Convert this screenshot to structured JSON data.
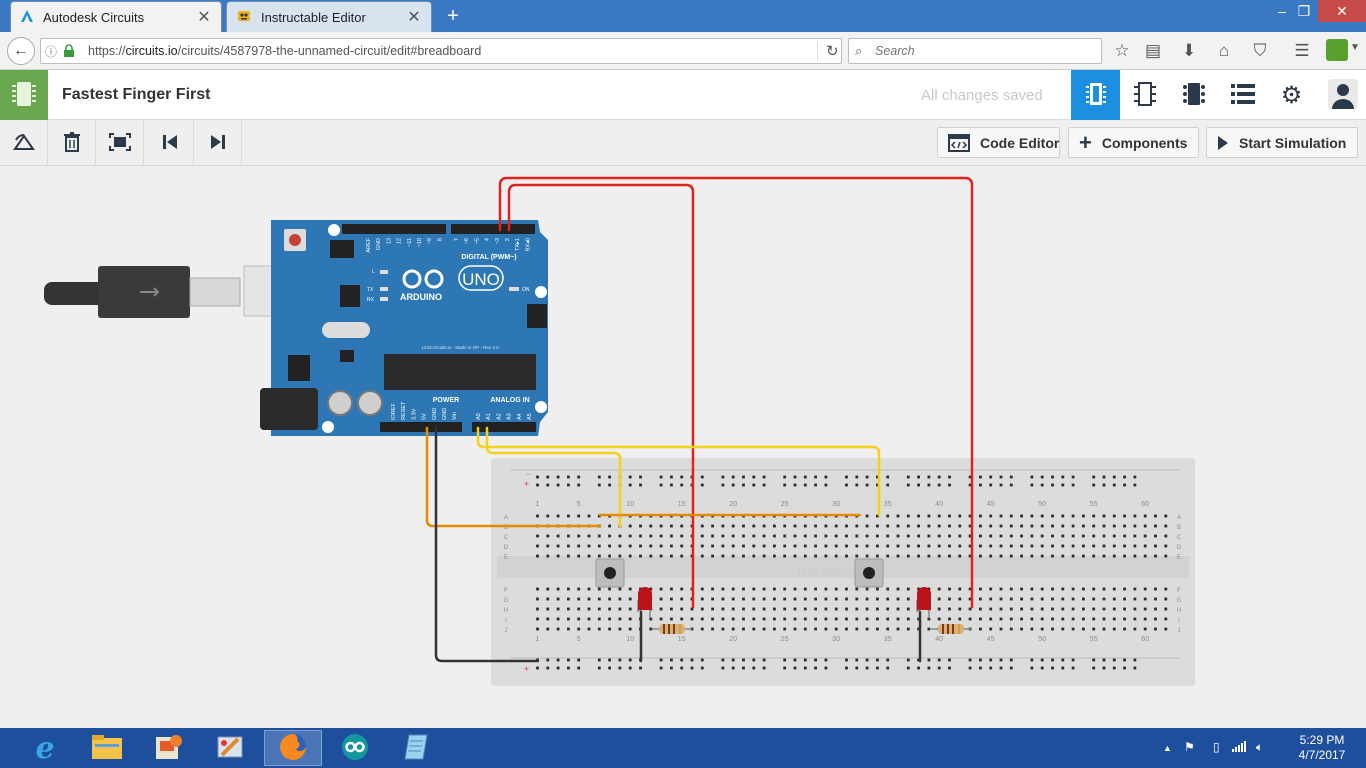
{
  "browser": {
    "tabs": [
      {
        "title": "Autodesk Circuits",
        "active": true,
        "icon": "autodesk-a-icon"
      },
      {
        "title": "Instructable Editor",
        "active": false,
        "icon": "instructables-robot-icon"
      }
    ],
    "new_tab_label": "+",
    "window_controls": {
      "minimize": "–",
      "maximize": "❐",
      "close": "✕"
    },
    "url": {
      "prefix": "https://",
      "host": "circuits.io",
      "path": "/circuits/4587978-the-unnamed-circuit/edit#breadboard"
    },
    "search_placeholder": "Search"
  },
  "app": {
    "title": "Fastest Finger First",
    "save_status": "All changes saved",
    "view_buttons": [
      {
        "name": "breadboard-view",
        "active": true
      },
      {
        "name": "schematic-view",
        "active": false
      },
      {
        "name": "pcb-view",
        "active": false
      },
      {
        "name": "component-list-view",
        "active": false
      },
      {
        "name": "settings",
        "active": false
      }
    ]
  },
  "toolbar": {
    "code_editor_label": "Code Editor",
    "components_label": "Components",
    "start_simulation_label": "Start Simulation"
  },
  "breadboard": {
    "column_numbers": [
      "1",
      "5",
      "10",
      "15",
      "20",
      "25",
      "30",
      "35",
      "40",
      "45",
      "50",
      "55",
      "60"
    ],
    "row_letters_top": [
      "A",
      "B",
      "C",
      "D",
      "E"
    ],
    "row_letters_bottom": [
      "F",
      "G",
      "H",
      "I",
      "J"
    ],
    "watermark": "123D.CIRCUITS"
  },
  "arduino": {
    "logo_text": "ARDUINO",
    "model": "UNO",
    "digital_label": "DIGITAL (PWM~)",
    "power_label": "POWER",
    "analog_label": "ANALOG IN",
    "credit": "123d.circuits.io - Made in GP - Rev 3.0",
    "on_label": "ON",
    "led_labels": [
      "L",
      "TX",
      "RX"
    ],
    "digital_pins": [
      "AREF",
      "GND",
      "13",
      "12",
      "~11",
      "~10",
      "~9",
      "8",
      "7",
      "~6",
      "~5",
      "4",
      "~3",
      "2",
      "TX▸1",
      "RX◂0"
    ],
    "power_pins": [
      "IOREF",
      "RESET",
      "3.3V",
      "5V",
      "GND",
      "GND",
      "Vin"
    ],
    "analog_pins": [
      "A0",
      "A1",
      "A2",
      "A3",
      "A4",
      "A5"
    ]
  },
  "taskbar": {
    "items": [
      {
        "name": "internet-explorer-icon",
        "active": false
      },
      {
        "name": "file-explorer-icon",
        "active": false
      },
      {
        "name": "media-center-icon",
        "active": false
      },
      {
        "name": "paint-app-icon",
        "active": false
      },
      {
        "name": "firefox-icon",
        "active": true
      },
      {
        "name": "arduino-ide-icon",
        "active": false
      },
      {
        "name": "notepad-icon",
        "active": false
      }
    ],
    "time": "5:29 PM",
    "date": "4/7/2017"
  },
  "colors": {
    "accent_blue": "#1d8fe0",
    "app_logo_green": "#6aa84f",
    "taskbar_blue": "#1d4f9c",
    "wire_red": "#e0221f",
    "wire_yellow": "#f5d21a",
    "wire_orange": "#e68a00",
    "wire_black": "#333333",
    "arduino_blue": "#2d78b4"
  }
}
